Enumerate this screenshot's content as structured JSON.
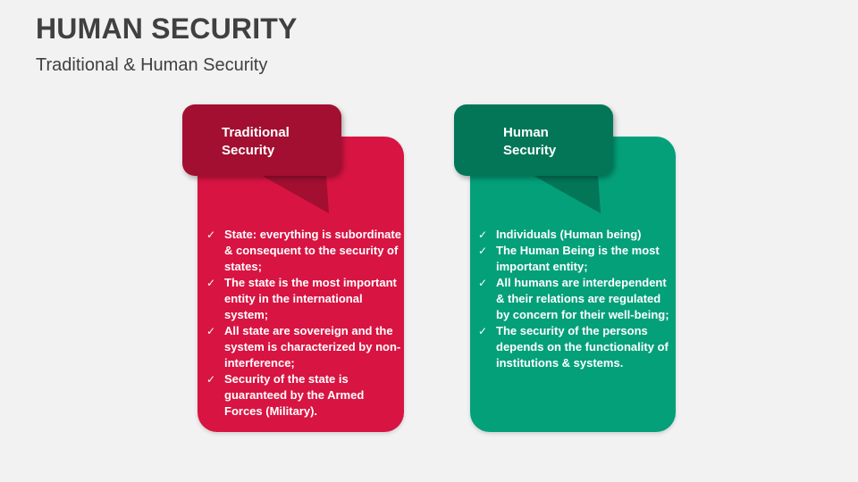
{
  "header": {
    "title": "HUMAN SECURITY",
    "subtitle": "Traditional & Human Security"
  },
  "colors": {
    "background": "#f2f2f2",
    "traditional_card": "#d81442",
    "traditional_bubble": "#a20f31",
    "human_card": "#04a07a",
    "human_bubble": "#037658",
    "text": "#404040"
  },
  "icons": {
    "check": "✓"
  },
  "traditional": {
    "label_line1": "Traditional",
    "label_line2": "Security",
    "items": [
      "State: everything is subordinate & consequent to the security of states;",
      "The state is the most important entity in the international system;",
      "All state are sovereign and the system is characterized by non-interference;",
      "Security of the state is guaranteed by the Armed Forces (Military)."
    ]
  },
  "human": {
    "label_line1": "Human",
    "label_line2": "Security",
    "items": [
      "Individuals (Human being)",
      "The Human Being is the most important entity;",
      "All humans are interdependent & their relations are regulated by concern for their well-being;",
      "The security of the persons depends on the functionality of institutions & systems."
    ]
  }
}
